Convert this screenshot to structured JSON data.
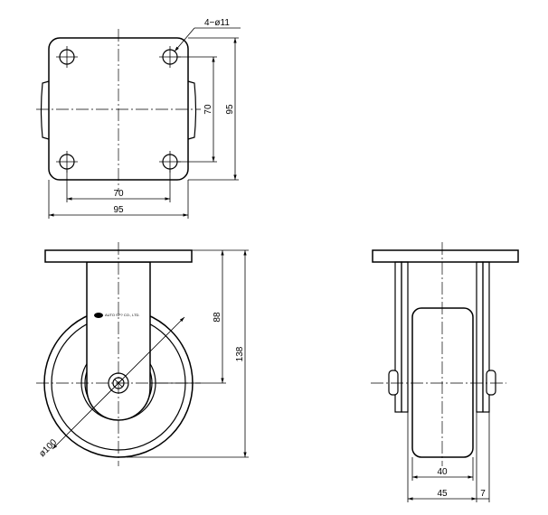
{
  "top_view": {
    "hole_callout": "4−ø11",
    "dim_hole_spacing_vertical": "70",
    "dim_plate_height": "95",
    "dim_hole_spacing_horizontal": "70",
    "dim_plate_width": "95"
  },
  "side_view": {
    "dim_axle_height": "88",
    "dim_overall_height": "138",
    "dim_wheel_diameter": "ø100",
    "brand_label": "AUTO SP? CO., LTD."
  },
  "front_view": {
    "dim_wheel_width": "40",
    "dim_fork_width": "45",
    "dim_offset": "7"
  }
}
